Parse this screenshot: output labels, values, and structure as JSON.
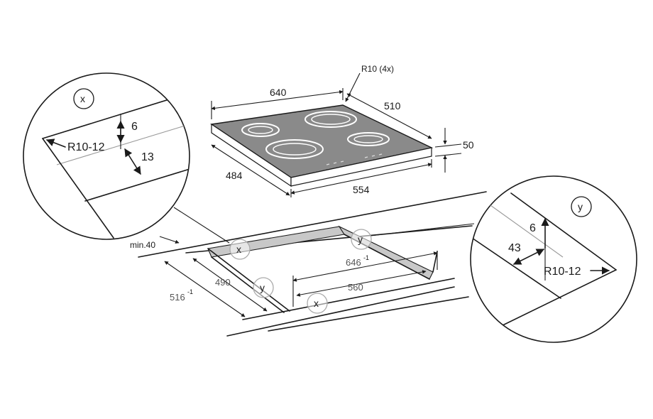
{
  "hob": {
    "width_top": "640",
    "depth_top": "510",
    "height": "50",
    "depth_bottom": "484",
    "width_bottom": "554",
    "corner_radius": "R10 (4x)"
  },
  "cutout": {
    "min_edge": "min.40",
    "depth_outer": "516",
    "depth_outer_tol": "-1",
    "depth_inner": "490",
    "width_outer": "646",
    "width_outer_tol": "-1",
    "width_inner": "560"
  },
  "detail_x": {
    "marker": "x",
    "dim_a": "6",
    "dim_b": "13",
    "radius": "R10-12"
  },
  "detail_y": {
    "marker": "y",
    "dim_a": "6",
    "dim_b": "43",
    "radius": "R10-12"
  },
  "colors": {
    "hob_surface": "#8a8a8a",
    "cutout_strip": "#c8c8c8",
    "line": "#1a1a1a"
  }
}
